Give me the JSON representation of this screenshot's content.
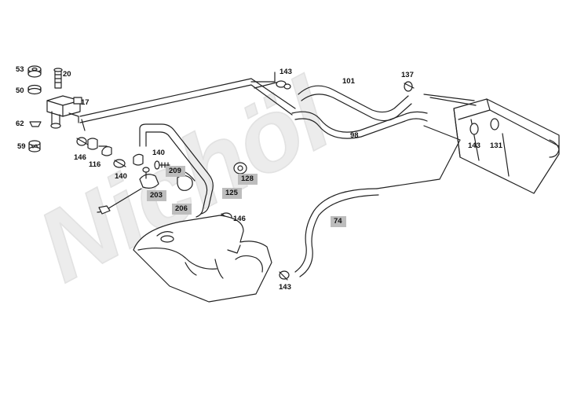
{
  "watermark": "Nichöl",
  "part_labels": [
    {
      "id": "p53",
      "text": "53"
    },
    {
      "id": "p20",
      "text": "20"
    },
    {
      "id": "p50",
      "text": "50"
    },
    {
      "id": "p17",
      "text": "17"
    },
    {
      "id": "p62",
      "text": "62"
    },
    {
      "id": "p59",
      "text": "59"
    },
    {
      "id": "p146a",
      "text": "146"
    },
    {
      "id": "p116",
      "text": "116"
    },
    {
      "id": "p140a",
      "text": "140"
    },
    {
      "id": "p140b",
      "text": "140"
    },
    {
      "id": "p209",
      "text": "209"
    },
    {
      "id": "p203",
      "text": "203"
    },
    {
      "id": "p206",
      "text": "206"
    },
    {
      "id": "p125",
      "text": "125"
    },
    {
      "id": "p128",
      "text": "128"
    },
    {
      "id": "p146b",
      "text": "146"
    },
    {
      "id": "p143a",
      "text": "143"
    },
    {
      "id": "p101",
      "text": "101"
    },
    {
      "id": "p137",
      "text": "137"
    },
    {
      "id": "p98",
      "text": "98"
    },
    {
      "id": "p143b",
      "text": "143"
    },
    {
      "id": "p131",
      "text": "131"
    },
    {
      "id": "p74",
      "text": "74"
    },
    {
      "id": "p143c",
      "text": "143"
    }
  ]
}
